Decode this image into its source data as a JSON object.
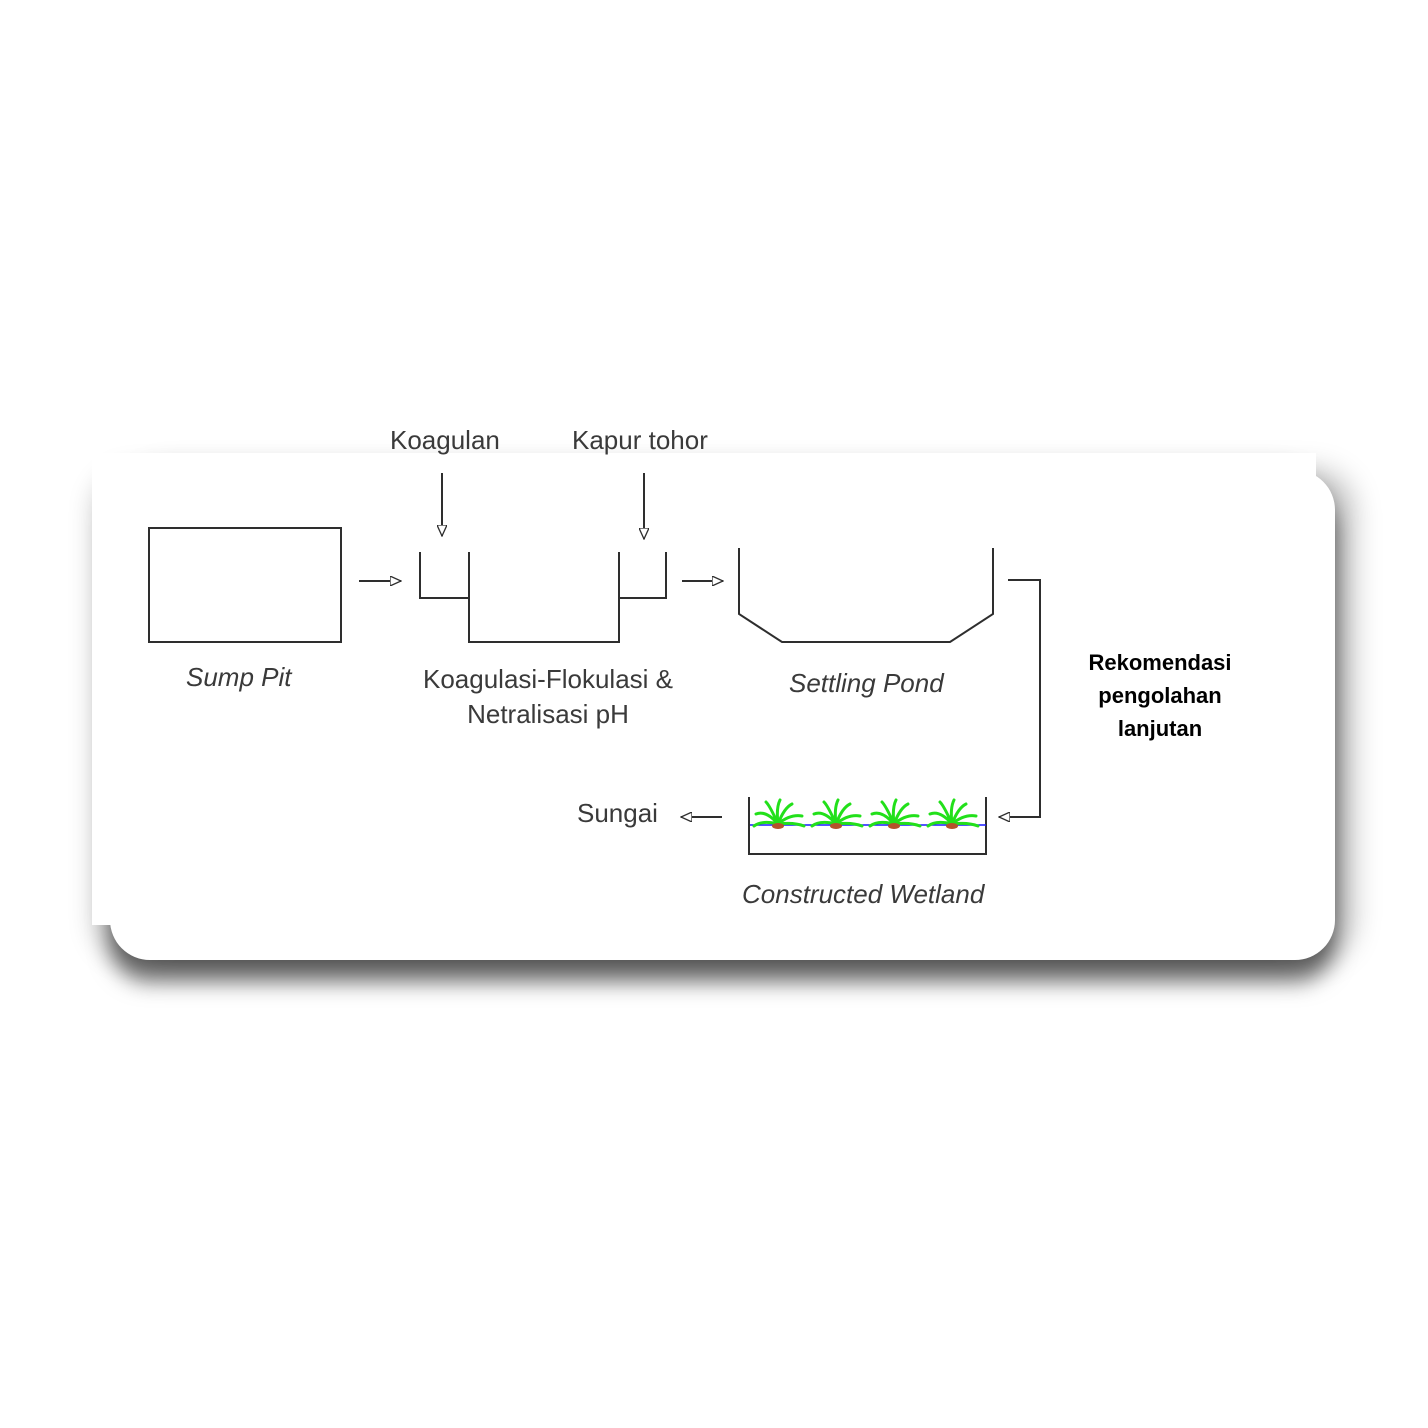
{
  "labels": {
    "koagulan": "Koagulan",
    "kapur_tohor": "Kapur tohor",
    "sump_pit": "Sump Pit",
    "koag_line1": "Koagulasi-Flokulasi &",
    "koag_line2": "Netralisasi pH",
    "settling_pond": "Settling Pond",
    "sungai": "Sungai",
    "constructed_wetland": "Constructed Wetland"
  },
  "note": {
    "line1": "Rekomendasi",
    "line2": "pengolahan",
    "line3": "lanjutan"
  },
  "colors": {
    "line": "#2e2e2e",
    "plant": "#22e01a",
    "plant_base": "#b5522a",
    "water": "#1a1aff"
  }
}
